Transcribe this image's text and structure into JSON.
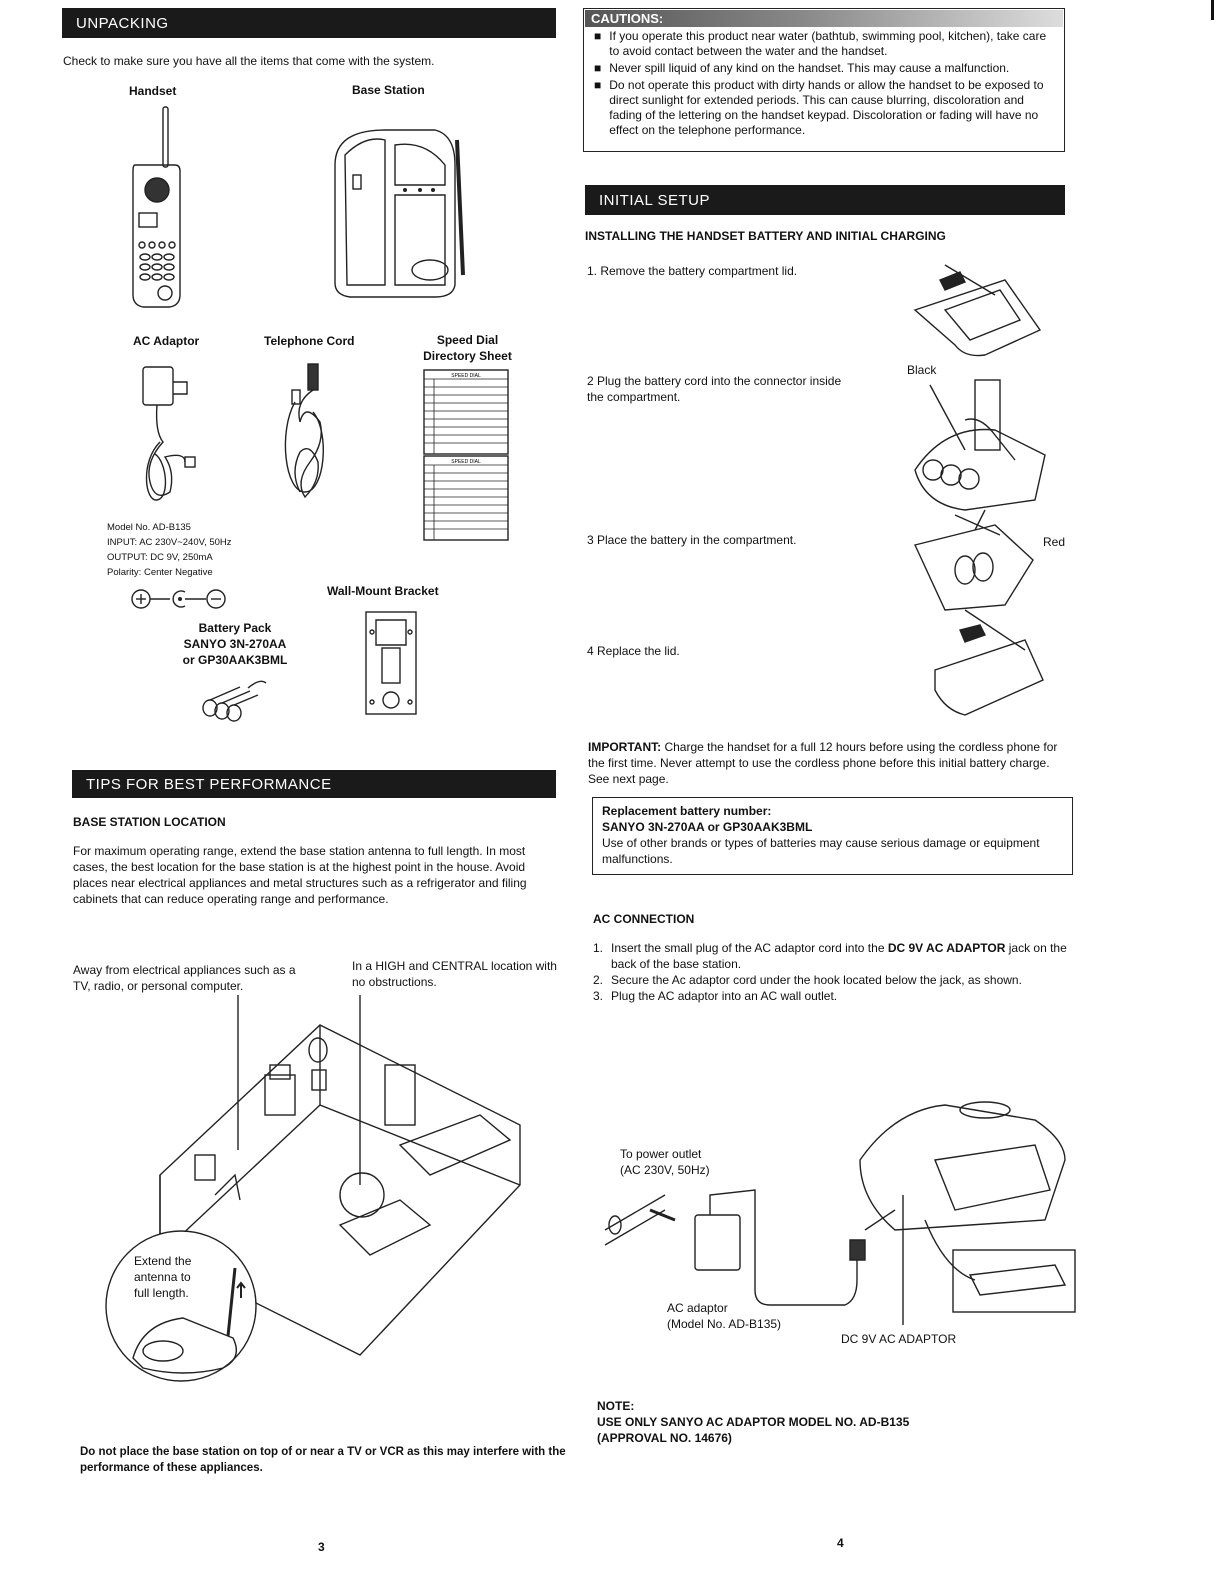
{
  "left": {
    "unpacking": {
      "header": "UNPACKING",
      "intro": "Check to make sure you have all the items that come with the system.",
      "handset_label": "Handset",
      "base_label": "Base Station",
      "ac_label": "AC Adaptor",
      "cord_label": "Telephone Cord",
      "speed_dial_label_1": "Speed Dial",
      "speed_dial_label_2": "Directory Sheet",
      "speed_dial_heading": "SPEED DIAL",
      "adaptor_specs": [
        "Model No. AD-B135",
        "INPUT: AC 230V~240V, 50Hz",
        "OUTPUT: DC 9V, 250mA",
        "Polarity: Center Negative"
      ],
      "wall_mount_label": "Wall-Mount Bracket",
      "battery_label": [
        "Battery Pack",
        "SANYO 3N-270AA",
        "or GP30AAK3BML"
      ]
    },
    "tips": {
      "header": "TIPS FOR BEST PERFORMANCE",
      "subheading": "BASE STATION LOCATION",
      "paragraph": "For maximum operating range, extend the base station antenna to full length. In most cases, the best location for the base station is at the highest point in the house. Avoid places near electrical appliances and metal structures such as a refrigerator and filing cabinets that can reduce operating range and performance.",
      "callout_away": "Away from electrical appliances such as a TV, radio, or personal computer.",
      "callout_high": "In a HIGH and CENTRAL location with no obstructions.",
      "callout_antenna": "Extend the antenna to full length.",
      "warning": "Do not place the base station on top of or near a TV or VCR as this may interfere with the performance of these appliances."
    },
    "page_number": "3"
  },
  "right": {
    "cautions": {
      "heading": "CAUTIONS:",
      "items": [
        "If you operate this product near water (bathtub, swimming pool, kitchen), take care to avoid contact between the water and the handset.",
        "Never spill liquid of any kind on the handset. This may cause a malfunction.",
        "Do not operate this product with dirty hands or allow the handset to be exposed to direct sunlight for extended periods. This can cause blurring, discoloration and fading of the lettering on the handset keypad. Discoloration or fading will have no effect on the telephone performance."
      ]
    },
    "setup": {
      "header": "INITIAL SETUP",
      "subheading": "INSTALLING THE HANDSET BATTERY AND INITIAL CHARGING",
      "steps": [
        "1.  Remove the battery compartment lid.",
        "2   Plug the battery cord into the connector inside the compartment.",
        "3   Place the battery in the compartment.",
        "4   Replace the lid."
      ],
      "black_label": "Black",
      "red_label": "Red",
      "important_label": "IMPORTANT:",
      "important_text": " Charge the handset for a full 12 hours before using the cordless phone for the first time. Never attempt to use the cordless phone before this initial battery charge. See next page.",
      "replacement_title": "Replacement battery number:",
      "replacement_model": "SANYO 3N-270AA or GP30AAK3BML",
      "replacement_note": "Use of other brands or types of batteries may cause serious damage or equipment malfunctions."
    },
    "ac": {
      "subheading": "AC CONNECTION",
      "step1_a": "Insert the small plug of the AC adaptor cord into the ",
      "step1_bold": "DC 9V AC ADAPTOR",
      "step1_b": " jack on the back of the base station.",
      "step2": "Secure the Ac adaptor cord under the hook located below the jack, as shown.",
      "step3": "Plug the AC adaptor into an AC wall outlet.",
      "power_outlet": [
        "To power outlet",
        "(AC 230V, 50Hz)"
      ],
      "adaptor_label": [
        "AC adaptor",
        "(Model No. AD-B135)"
      ],
      "jack_label": "DC 9V AC ADAPTOR",
      "note": [
        "NOTE:",
        "USE ONLY SANYO AC ADAPTOR MODEL NO. AD-B135",
        "(APPROVAL NO. 14676)"
      ]
    },
    "page_number": "4"
  }
}
